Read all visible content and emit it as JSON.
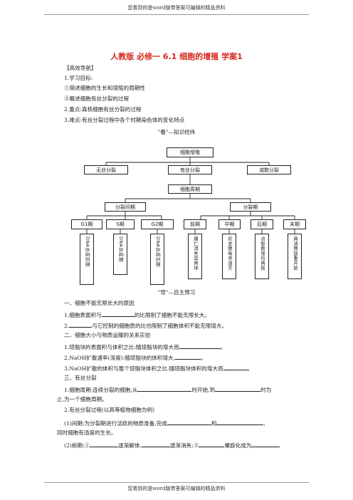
{
  "header_top": "您看到的是word版带答案可编辑的精品资料",
  "header_bottom": "您看到的是word版带答案可编辑的精品资料",
  "title": "人教版 必修一 6.1 细胞的增殖 学案1",
  "guide": "【高效导航】",
  "goals_label": "1.学习目标:",
  "goal1": "①简述细胞的生长和增殖的周期性",
  "goal2": "②概述细胞有丝分裂的过程",
  "key_point": "2.重点:真核细胞有丝分裂的过程",
  "difficulty": "3.难点:有丝分裂过程中各个时期染色体的变化特点",
  "section_look": "\"看\"—知识经纬",
  "diagram": {
    "root": "细胞增殖",
    "amitosis": "无丝分裂",
    "mitosis": "有丝分裂",
    "meiosis": "减数分裂",
    "cycle": "细胞周期",
    "interphase": "分裂间期",
    "m_phase": "分裂期",
    "g1": "G1期",
    "s": "S期",
    "g2": "G2期",
    "prophase": "前期",
    "metaphase": "中期",
    "anaphase": "后期",
    "telophase": "末期",
    "g1_detail": "DNA合成前期",
    "s_detail": "DNA合成期",
    "g2_detail": "DNA合成后期",
    "pro_detail": "膜仁消失显两体",
    "meta_detail": "形定数晰赤道齐",
    "ana_detail": "点裂数增均两极",
    "telo_detail": "两消两现重开始"
  },
  "section_guide": "\"导\"—自主预习",
  "s1_title": "一、细胞不能无限长大的原因",
  "s1_l1a": "1.细胞表面积与",
  "s1_l1b": "的比限制了细胞不能无限长大。",
  "s1_l2a": "2.",
  "s1_l2b": "与它控制的细胞质的比也限制了细胞体积不能无限增大。",
  "s2_title": "二、细胞大小与物质运输的关系实验",
  "s2_l1": "1.琼脂块的表面积与体积之比:随琼脂块的增大而",
  "s2_l1_end": "。",
  "s2_l2": "2.NaOH扩散速率(深度):随琼脂块的体积增大,",
  "s2_l2_end": "。",
  "s2_l3": "3.NaOH扩散的体积与整个琼脂块体积之比:随琼脂块体积的增大而",
  "s2_l3_end": "。",
  "s3_title": "三、有丝分裂",
  "s3_l1a": "1.细胞周期:连续分裂的细胞,从",
  "s3_l1b": "时开始,到",
  "s3_l1c": "时为",
  "s3_l1d": "止,为一个细胞周期。",
  "s3_l2": "2.有丝分裂过程(以高等植物细胞为例)",
  "s3_l3a": "(1)间期:为分裂期进行活跃的物质准备,完成",
  "s3_l3b": "和",
  "s3_l3c": ",",
  "s3_l4": "同时细胞有适度的生长。",
  "s3_l5a": "(2)前期:①",
  "s3_l5b": "逐渐解体,",
  "s3_l5c": "逐渐消失;②",
  "s3_l5d": "螺旋化成为"
}
